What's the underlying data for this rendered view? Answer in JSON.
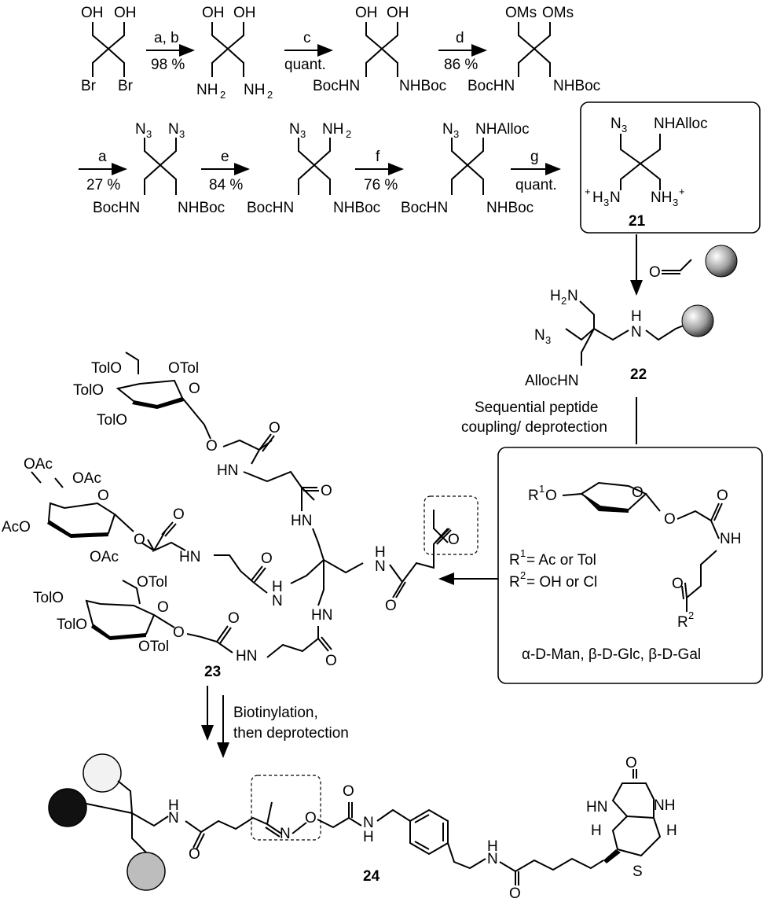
{
  "row1": {
    "sm_oh1": "OH",
    "sm_oh2": "OH",
    "sm_br1": "Br",
    "sm_br2": "Br",
    "step1_top": "a, b",
    "step1_bot": "98 %",
    "p1_oh1": "OH",
    "p1_oh2": "OH",
    "p1_nh2a": "NH",
    "p1_nh2b": "NH",
    "sub2": "2",
    "step2_top": "c",
    "step2_bot": "quant.",
    "p2_oh1": "OH",
    "p2_oh2": "OH",
    "p2_bochn": "BocHN",
    "p2_nhboc": "NHBoc",
    "step3_top": "d",
    "step3_bot": "86 %",
    "p3_oms1": "OMs",
    "p3_oms2": "OMs",
    "p3_bochn": "BocHN",
    "p3_nhboc": "NHBoc"
  },
  "row2": {
    "step4_top": "a",
    "step4_bot": "27 %",
    "p4_n3a": "N",
    "p4_n3b": "N",
    "sub3": "3",
    "p4_bochn": "BocHN",
    "p4_nhboc": "NHBoc",
    "step5_top": "e",
    "step5_bot": "84 %",
    "p5_n3": "N",
    "p5_nh2": "NH",
    "p5_bochn": "BocHN",
    "p5_nhboc": "NHBoc",
    "step6_top": "f",
    "step6_bot": "76 %",
    "p6_n3": "N",
    "p6_nhalloc": "NHAlloc",
    "p6_bochn": "BocHN",
    "p6_nhboc": "NHBoc",
    "step7_top": "g",
    "step7_bot": "quant.",
    "c21_n3": "N",
    "c21_nhalloc": "NHAlloc",
    "c21_h3n": "H",
    "c21_nh3": "NH",
    "plus": "+",
    "c21_label": "21"
  },
  "c22": {
    "h2n": "H",
    "n3": "N",
    "nh_h": "H",
    "nh_n": "N",
    "allochn": "AllocHN",
    "label": "22",
    "o": "O"
  },
  "step_seq": {
    "line1": "Sequential peptide",
    "line2": "coupling/ deprotection"
  },
  "box_right": {
    "r1o": "O",
    "r1": "R",
    "o_ring": "O",
    "o_link": "O",
    "o_carb": "O",
    "nh": "NH",
    "o_ket": "O",
    "r2": "R",
    "sup1": "1",
    "sup2": "2",
    "r1_def": " = Ac or Tol",
    "r2_def": " = OH or Cl",
    "sugars": "α-D-Man, β-D-Glc, β-D-Gal"
  },
  "c23": {
    "label": "23",
    "man_tolo1": "TolO",
    "man_tolo2": "TolO",
    "man_tolo3": "TolO",
    "man_otol": "OTol",
    "man_o_ring": "O",
    "man_o_link": "O",
    "gal_oac1": "OAc",
    "gal_oac2": "OAc",
    "gal_aco": "AcO",
    "gal_oac3": "OAc",
    "gal_o_ring": "O",
    "gal_o_link": "O",
    "glc_otol1": "OTol",
    "glc_tolo1": "TolO",
    "glc_tolo2": "TolO",
    "glc_otol2": "OTol",
    "glc_o_ring": "O",
    "glc_o_link": "O",
    "hn1": "HN",
    "o1": "O",
    "o2": "O",
    "hn2": "HN",
    "o3": "O",
    "hn3": "HN",
    "o4": "O",
    "nh_core": "N",
    "h_core": "H",
    "hn_ket": "H",
    "n_ket": "N",
    "o_ket": "O",
    "o_amide": "O",
    "hn4": "HN",
    "nh4": "NH",
    "o5": "O",
    "o6": "O",
    "o7": "O"
  },
  "step_bio": {
    "line1": "Biotinylation,",
    "line2": "then deprotection"
  },
  "c24": {
    "label": "24",
    "h_nh": "H",
    "n_nh": "N",
    "o_am1": "O",
    "n_ox": "N",
    "o_ox": "O",
    "o_am2": "O",
    "nh_bn": "N",
    "h_bn": "H",
    "nh2": "N",
    "h2": "H",
    "o_am3": "O",
    "hn_b": "HN",
    "nh_b": "NH",
    "o_b": "O",
    "h_l": "H",
    "h_r": "H",
    "s": "S"
  },
  "colors": {
    "sphere_light": "#f2f2f2",
    "sphere_dark": "#111111",
    "sphere_grey": "#bdbdbd"
  }
}
